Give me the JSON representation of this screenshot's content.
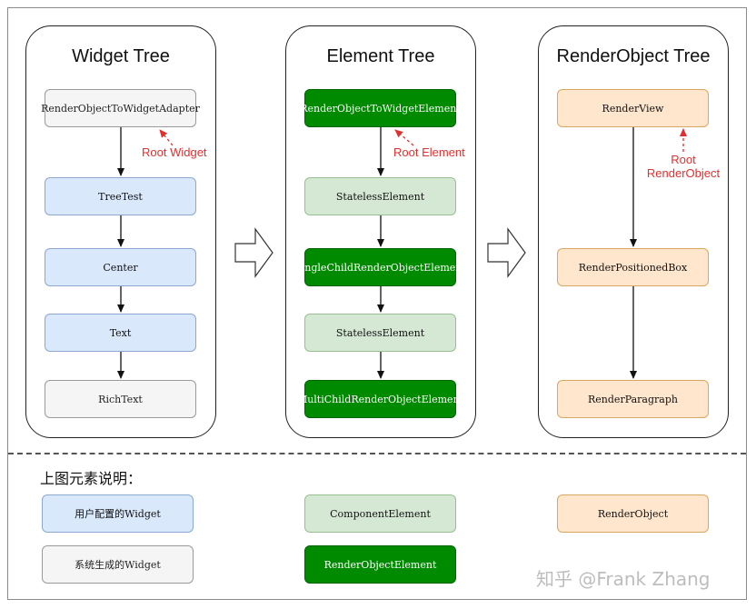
{
  "widget_tree": {
    "title": "Widget Tree",
    "nodes": [
      "RenderObjectToWidgetAdapter",
      "TreeTest",
      "Center",
      "Text",
      "RichText"
    ],
    "root_label": "Root Widget"
  },
  "element_tree": {
    "title": "Element Tree",
    "nodes": [
      "RenderObjectToWidgetElement",
      "StatelessElement",
      "SingleChildRenderObjectElement",
      "StatelessElement",
      "MultiChildRenderObjectElement"
    ],
    "root_label": "Root Element"
  },
  "render_tree": {
    "title": "RenderObject Tree",
    "nodes": [
      "RenderView",
      "RenderPositionedBox",
      "RenderParagraph"
    ],
    "root_label_line1": "Root",
    "root_label_line2": "RenderObject"
  },
  "legend": {
    "title": "上图元素说明：",
    "items": [
      "用户配置的Widget",
      "系统生成的Widget",
      "ComponentElement",
      "RenderObjectElement",
      "RenderObject"
    ]
  },
  "watermark": "知乎 @Frank Zhang",
  "colors": {
    "user_widget": "#dae8fc",
    "system_widget": "#f5f5f5",
    "component_element": "#d5e8d4",
    "render_object_element": "#008a00",
    "render_object": "#ffe6cc",
    "annotation": "#e03030"
  }
}
